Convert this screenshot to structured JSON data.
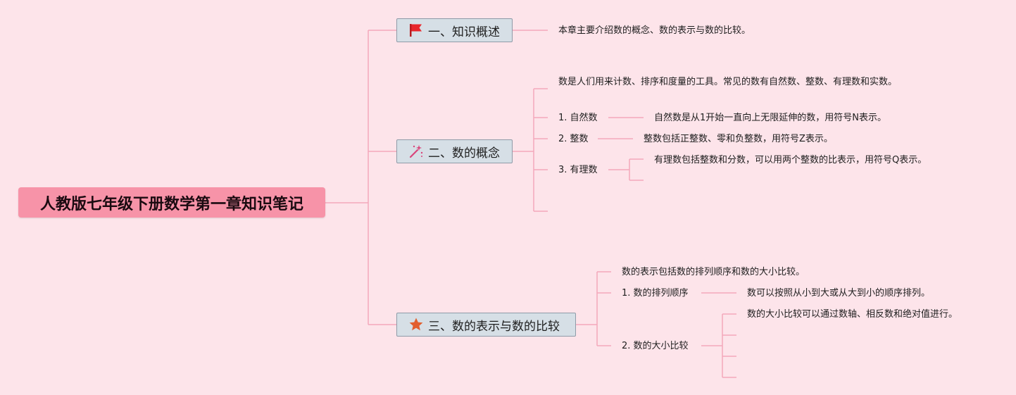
{
  "root": {
    "title": "人教版七年级下册数学第一章知识笔记"
  },
  "branches": [
    {
      "title": "一、知识概述",
      "icon": "red-flag-icon",
      "summary": "本章主要介绍数的概念、数的表示与数的比较。"
    },
    {
      "title": "二、数的概念",
      "icon": "magic-wand-icon",
      "summary": "数是人们用来计数、排序和度量的工具。常见的数有自然数、整数、有理数和实数。",
      "items": [
        {
          "label": "1. 自然数",
          "detail": "自然数是从1开始一直向上无限延伸的数，用符号N表示。"
        },
        {
          "label": "2. 整数",
          "detail": "整数包括正整数、零和负整数，用符号Z表示。"
        },
        {
          "label": "3. 有理数",
          "detail": "有理数包括整数和分数，可以用两个整数的比表示，用符号Q表示。"
        }
      ]
    },
    {
      "title": "三、数的表示与数的比较",
      "icon": "star-icon",
      "summary": "数的表示包括数的排列顺序和数的大小比较。",
      "items": [
        {
          "label": "1. 数的排列顺序",
          "detail": "数可以按照从小到大或从大到小的顺序排列。"
        },
        {
          "label": "2. 数的大小比较",
          "detail": "数的大小比较可以通过数轴、相反数和绝对值进行。"
        }
      ]
    }
  ],
  "colors": {
    "background": "#fde4ea",
    "root": "#f793a8",
    "branch_fill": "#d6dfe6",
    "branch_border": "#8e9ba8",
    "connector": "#f3a8bb",
    "flag": "#e8262b",
    "wand": "#d9447a",
    "star": "#e25e2e"
  }
}
